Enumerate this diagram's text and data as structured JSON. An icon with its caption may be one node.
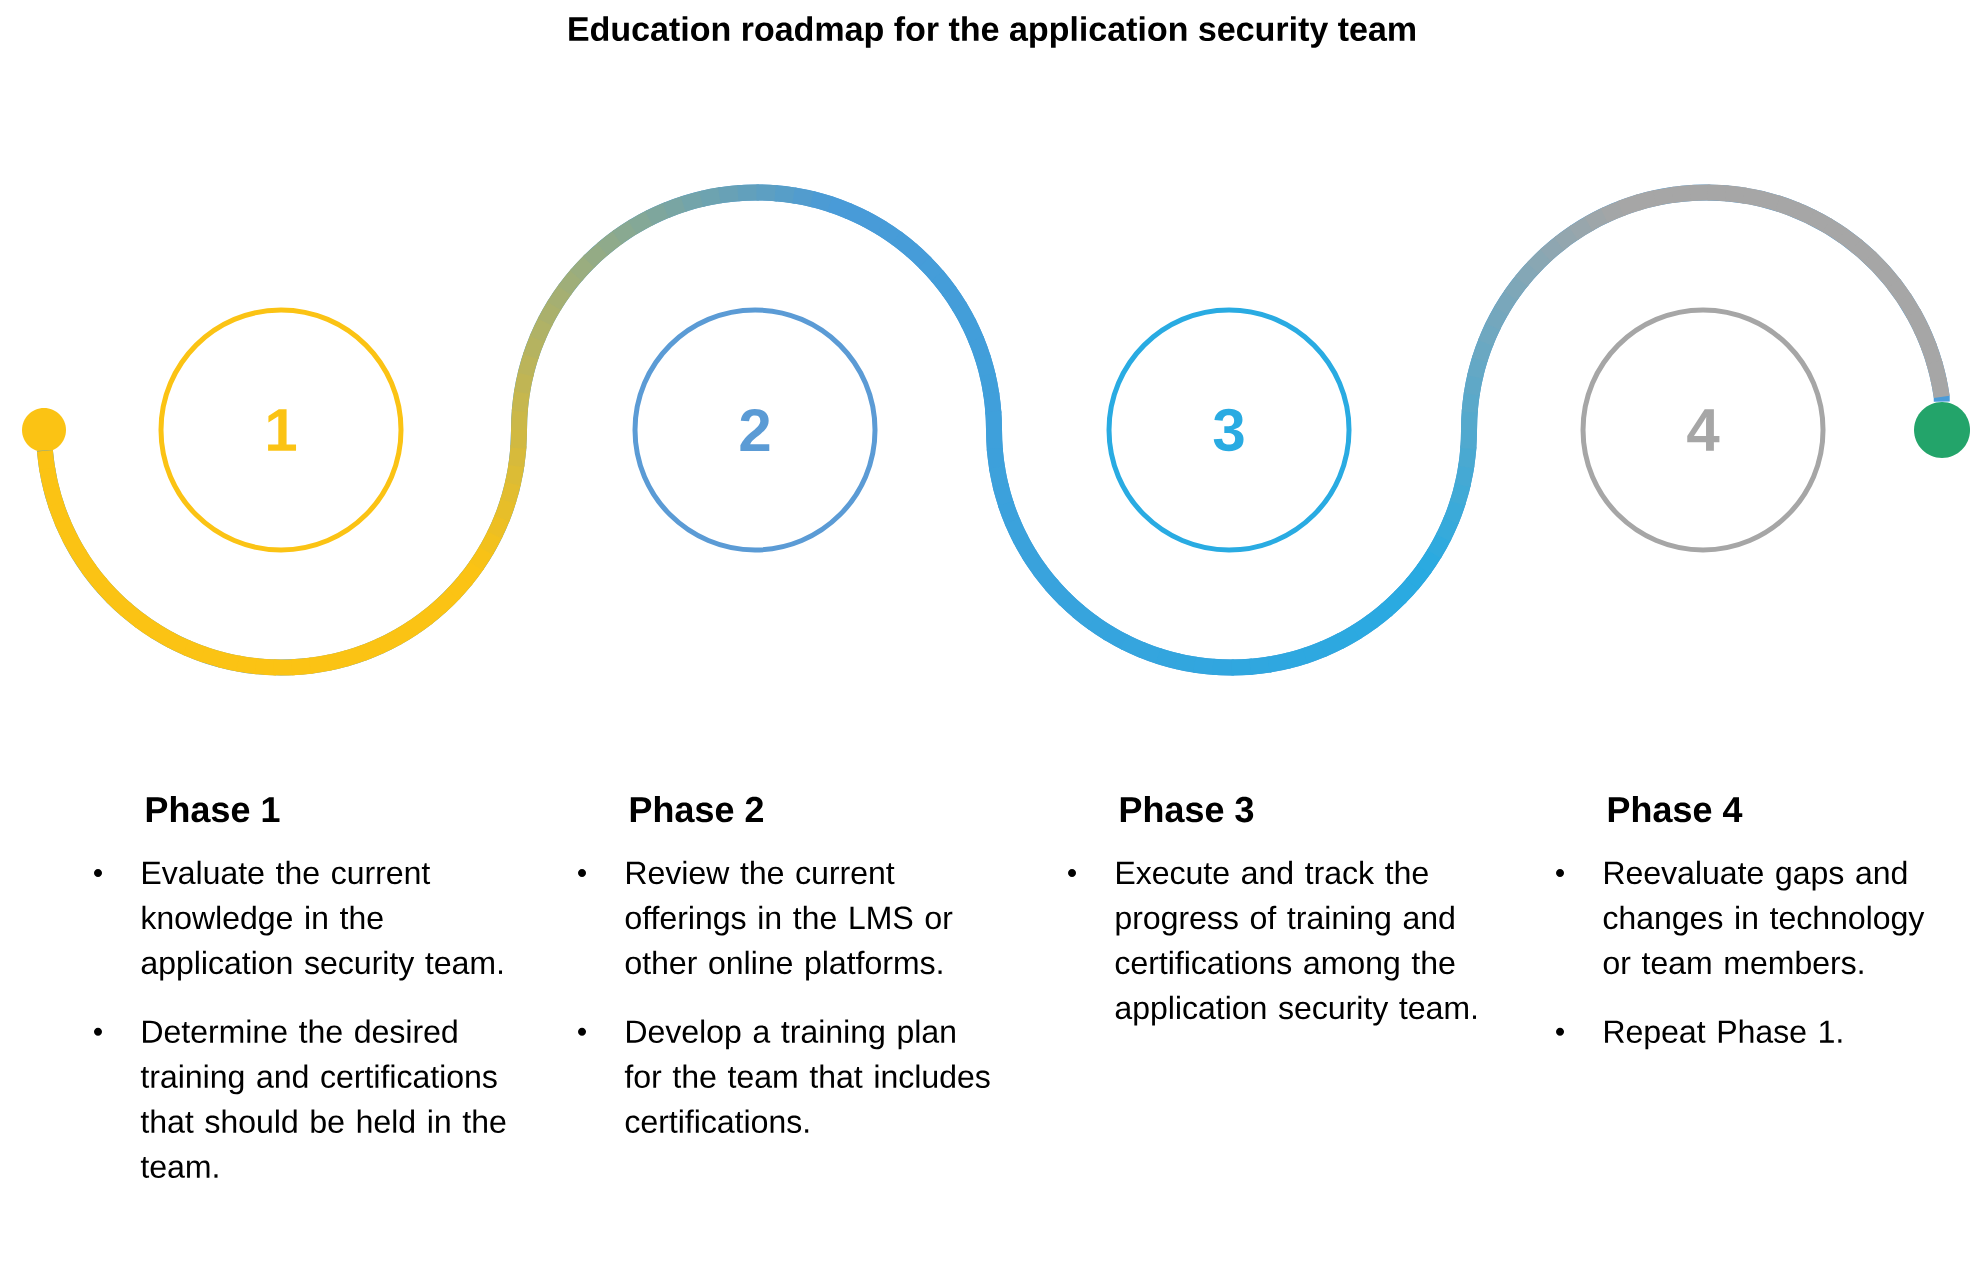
{
  "diagram": {
    "title": "Education roadmap for the application security team",
    "nodes": [
      {
        "text": [],
        "shape": "circle"
      },
      {
        "text": [
          "1"
        ]
      },
      {
        "text": [
          "2"
        ]
      },
      {
        "text": [
          "3"
        ]
      },
      {
        "text": [
          "4"
        ]
      },
      {
        "text": [],
        "shape": "circle"
      }
    ],
    "edges": [
      {
        "from": 0,
        "to": 5,
        "arrow": "none"
      }
    ],
    "labels": [
      "Phase 1",
      "Evaluate the current knowledge in the application security team.",
      "Determine the desired training and certifications that should be held in the team.",
      "Phase 2",
      "Review the current offerings in the LMS or other online platforms.",
      "Develop a training plan for the team that includes certifications.",
      "Phase 3",
      "Execute and track the progress of training and certifications among the application security team.",
      "Phase 4",
      "Reevaluate gaps and changes in technology or team members.",
      "Repeat Phase 1."
    ]
  }
}
